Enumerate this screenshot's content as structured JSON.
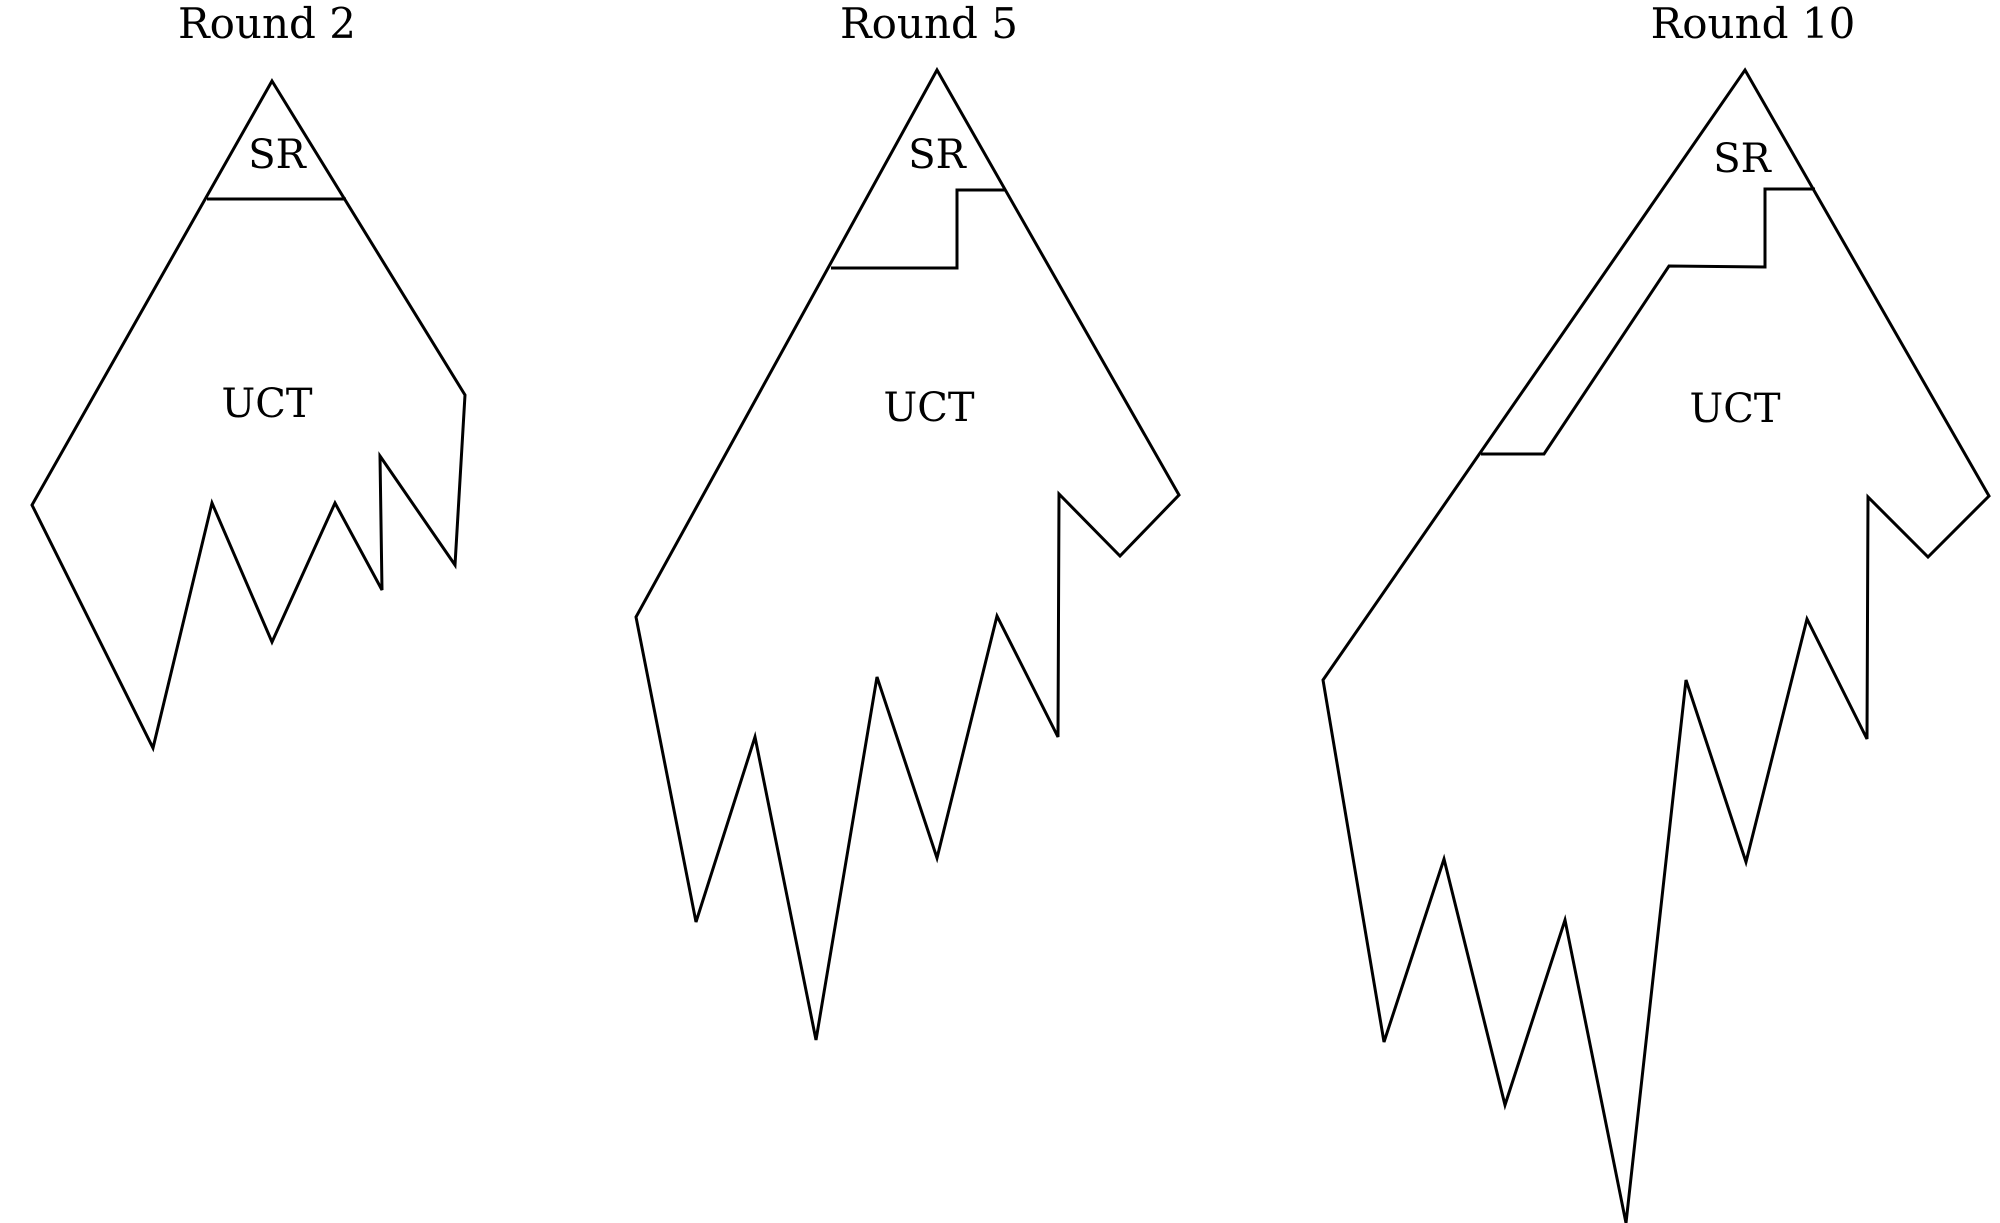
{
  "panels": [
    {
      "title": "Round 2",
      "upper_label": "SR",
      "lower_label": "UCT"
    },
    {
      "title": "Round 5",
      "upper_label": "SR",
      "lower_label": "UCT"
    },
    {
      "title": "Round 10",
      "upper_label": "SR",
      "lower_label": "UCT"
    }
  ],
  "colors": {
    "stroke": "#000000",
    "background": "#ffffff"
  }
}
